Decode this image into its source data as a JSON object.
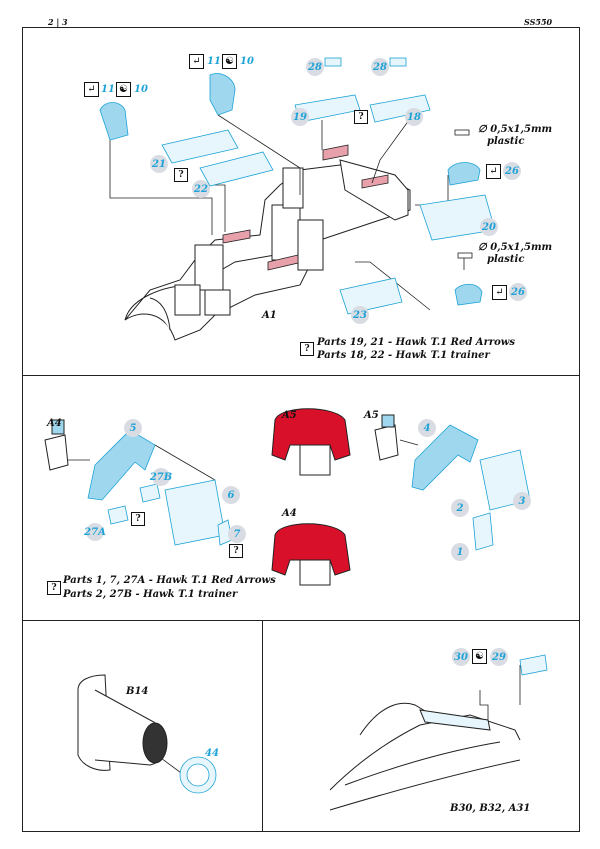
{
  "header": {
    "page": "2 | 3",
    "code": "SS550"
  },
  "section1": {
    "part_refs": {
      "a1": "A1"
    },
    "callouts": {
      "c10a": "10",
      "c11a": "11",
      "c10b": "10",
      "c11b": "11",
      "c28a": "28",
      "c28b": "28",
      "c19": "19",
      "c18": "18",
      "c21": "21",
      "c22": "22",
      "c20": "20",
      "c23": "23",
      "c26a": "26",
      "c26b": "26"
    },
    "plastic_a": {
      "dim": "∅ 0,5x1,5mm",
      "word": "plastic"
    },
    "plastic_b": {
      "dim": "∅ 0,5x1,5mm",
      "word": "plastic"
    },
    "notes": {
      "line1": "Parts 19, 21 - Hawk T.1 Red Arrows",
      "line2": "Parts 18, 22 - Hawk T.1 trainer"
    }
  },
  "section2": {
    "part_refs": {
      "a4a": "A4",
      "a5a": "A5",
      "a5b": "A5",
      "a4b": "A4"
    },
    "callouts": {
      "c5": "5",
      "c27b": "27B",
      "c6": "6",
      "c27a": "27A",
      "c7": "7",
      "c4": "4",
      "c2": "2",
      "c3": "3",
      "c1": "1"
    },
    "notes": {
      "line1": "Parts 1, 7, 27A - Hawk T.1 Red Arrows",
      "line2": "Parts 2, 27B - Hawk T.1 trainer"
    }
  },
  "section3": {
    "part_ref": "B14",
    "callout": "44"
  },
  "section4": {
    "callouts": {
      "c30": "30",
      "c29": "29"
    },
    "part_refs": "B30, B32, A31"
  },
  "symbols": {
    "question": "?",
    "fold": "↵",
    "yin": "☯"
  },
  "colors": {
    "etch_blue": "#1fa3d6",
    "etch_fill": "#9fd8ee",
    "red_panel": "#d9102a",
    "pink": "#e8a0aa"
  }
}
